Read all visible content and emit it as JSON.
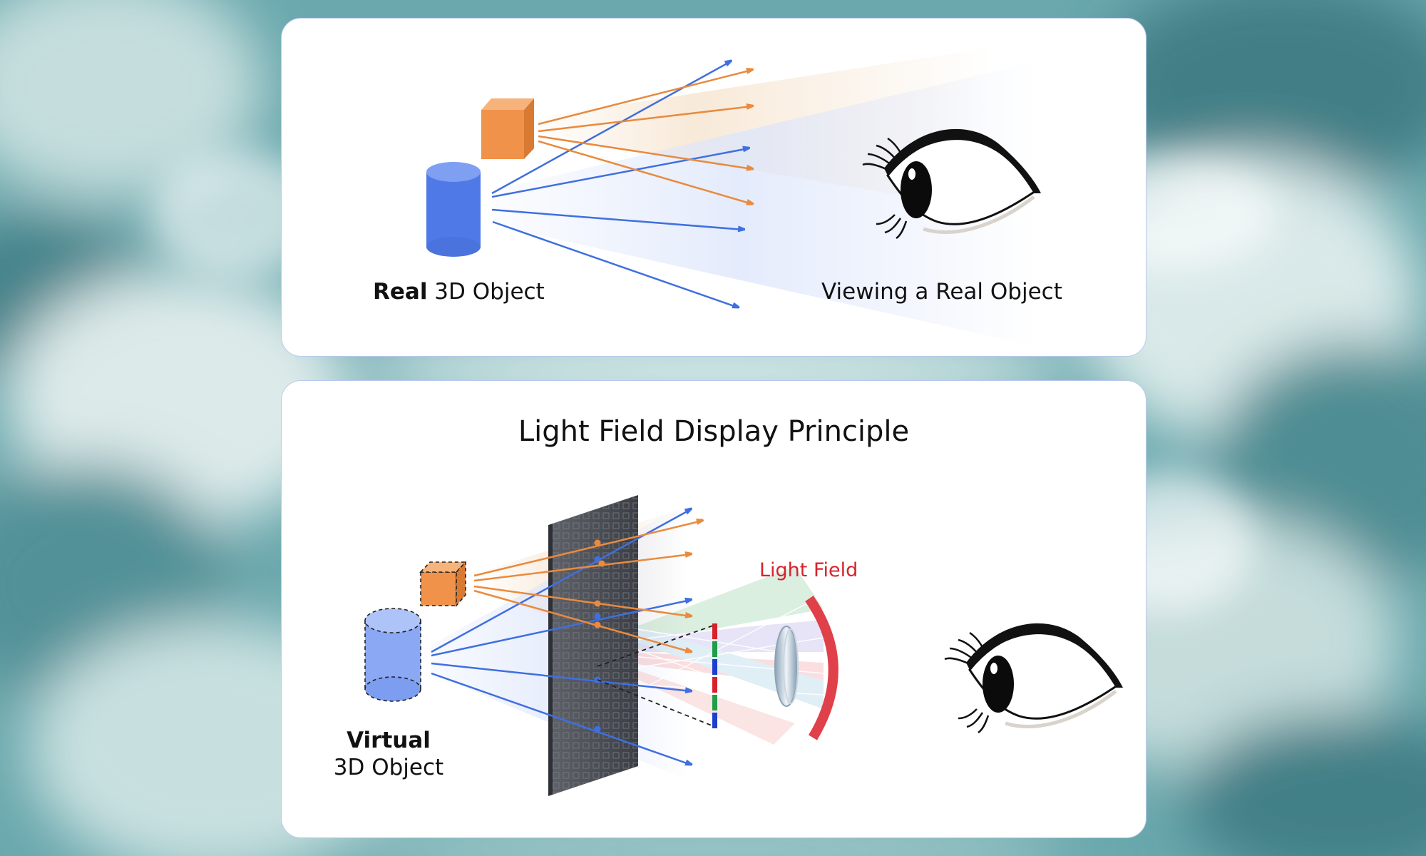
{
  "top_panel": {
    "real_object_label_bold": "Real",
    "real_object_label_rest": " 3D Object",
    "viewing_label": "Viewing a Real Object"
  },
  "bottom_panel": {
    "title": "Light Field Display Principle",
    "light_field_label": "Light Field",
    "virtual_label_bold": "Virtual",
    "virtual_label_rest": "3D Object"
  },
  "colors": {
    "blue": "#3f6fe0",
    "orange": "#e98a3e",
    "cylinder": "#5b84ee",
    "cube": "#f0924a",
    "red_accent": "#d7222c",
    "panel_border": "#b9c9ee"
  },
  "icons": [
    "eye-icon",
    "cube-icon",
    "cylinder-icon",
    "lens-icon",
    "display-panel-icon"
  ]
}
